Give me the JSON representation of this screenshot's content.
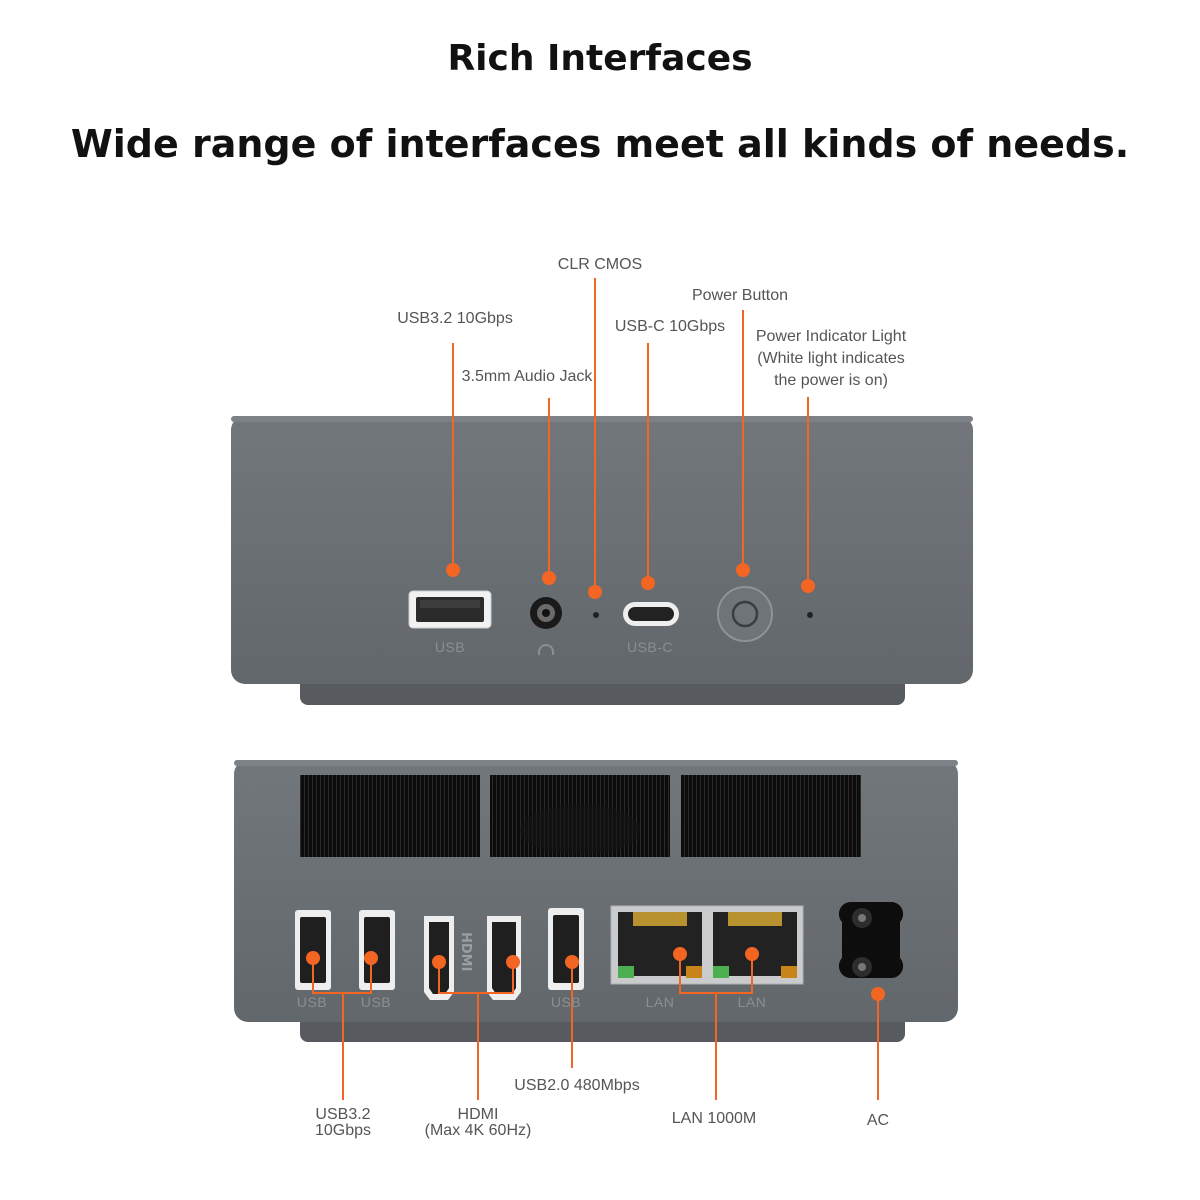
{
  "header": {
    "title": "Rich Interfaces",
    "subtitle": "Wide range of interfaces meet all kinds of needs."
  },
  "front_panel": {
    "callouts": {
      "usb32": "USB3.2 10Gbps",
      "audio": "3.5mm Audio Jack",
      "clr_cmos": "CLR CMOS",
      "usbc": "USB-C 10Gbps",
      "power_button": "Power Button",
      "power_light_1": "Power Indicator Light",
      "power_light_2": "(White light indicates",
      "power_light_3": "the power is on)"
    },
    "port_labels": {
      "usb": "USB",
      "usbc": "USB-C"
    }
  },
  "rear_panel": {
    "callouts": {
      "usb32_1": "USB3.2",
      "usb32_2": "10Gbps",
      "hdmi_1": "HDMI",
      "hdmi_2": "(Max 4K 60Hz)",
      "usb20": "USB2.0 480Mbps",
      "lan": "LAN 1000M",
      "ac": "AC"
    },
    "port_labels": {
      "usb": "USB",
      "lan": "LAN",
      "hdmi_logo": "HDMI"
    }
  },
  "colors": {
    "accent": "#f26522",
    "device_body": "#6b7075",
    "device_base": "#5a5e62"
  }
}
